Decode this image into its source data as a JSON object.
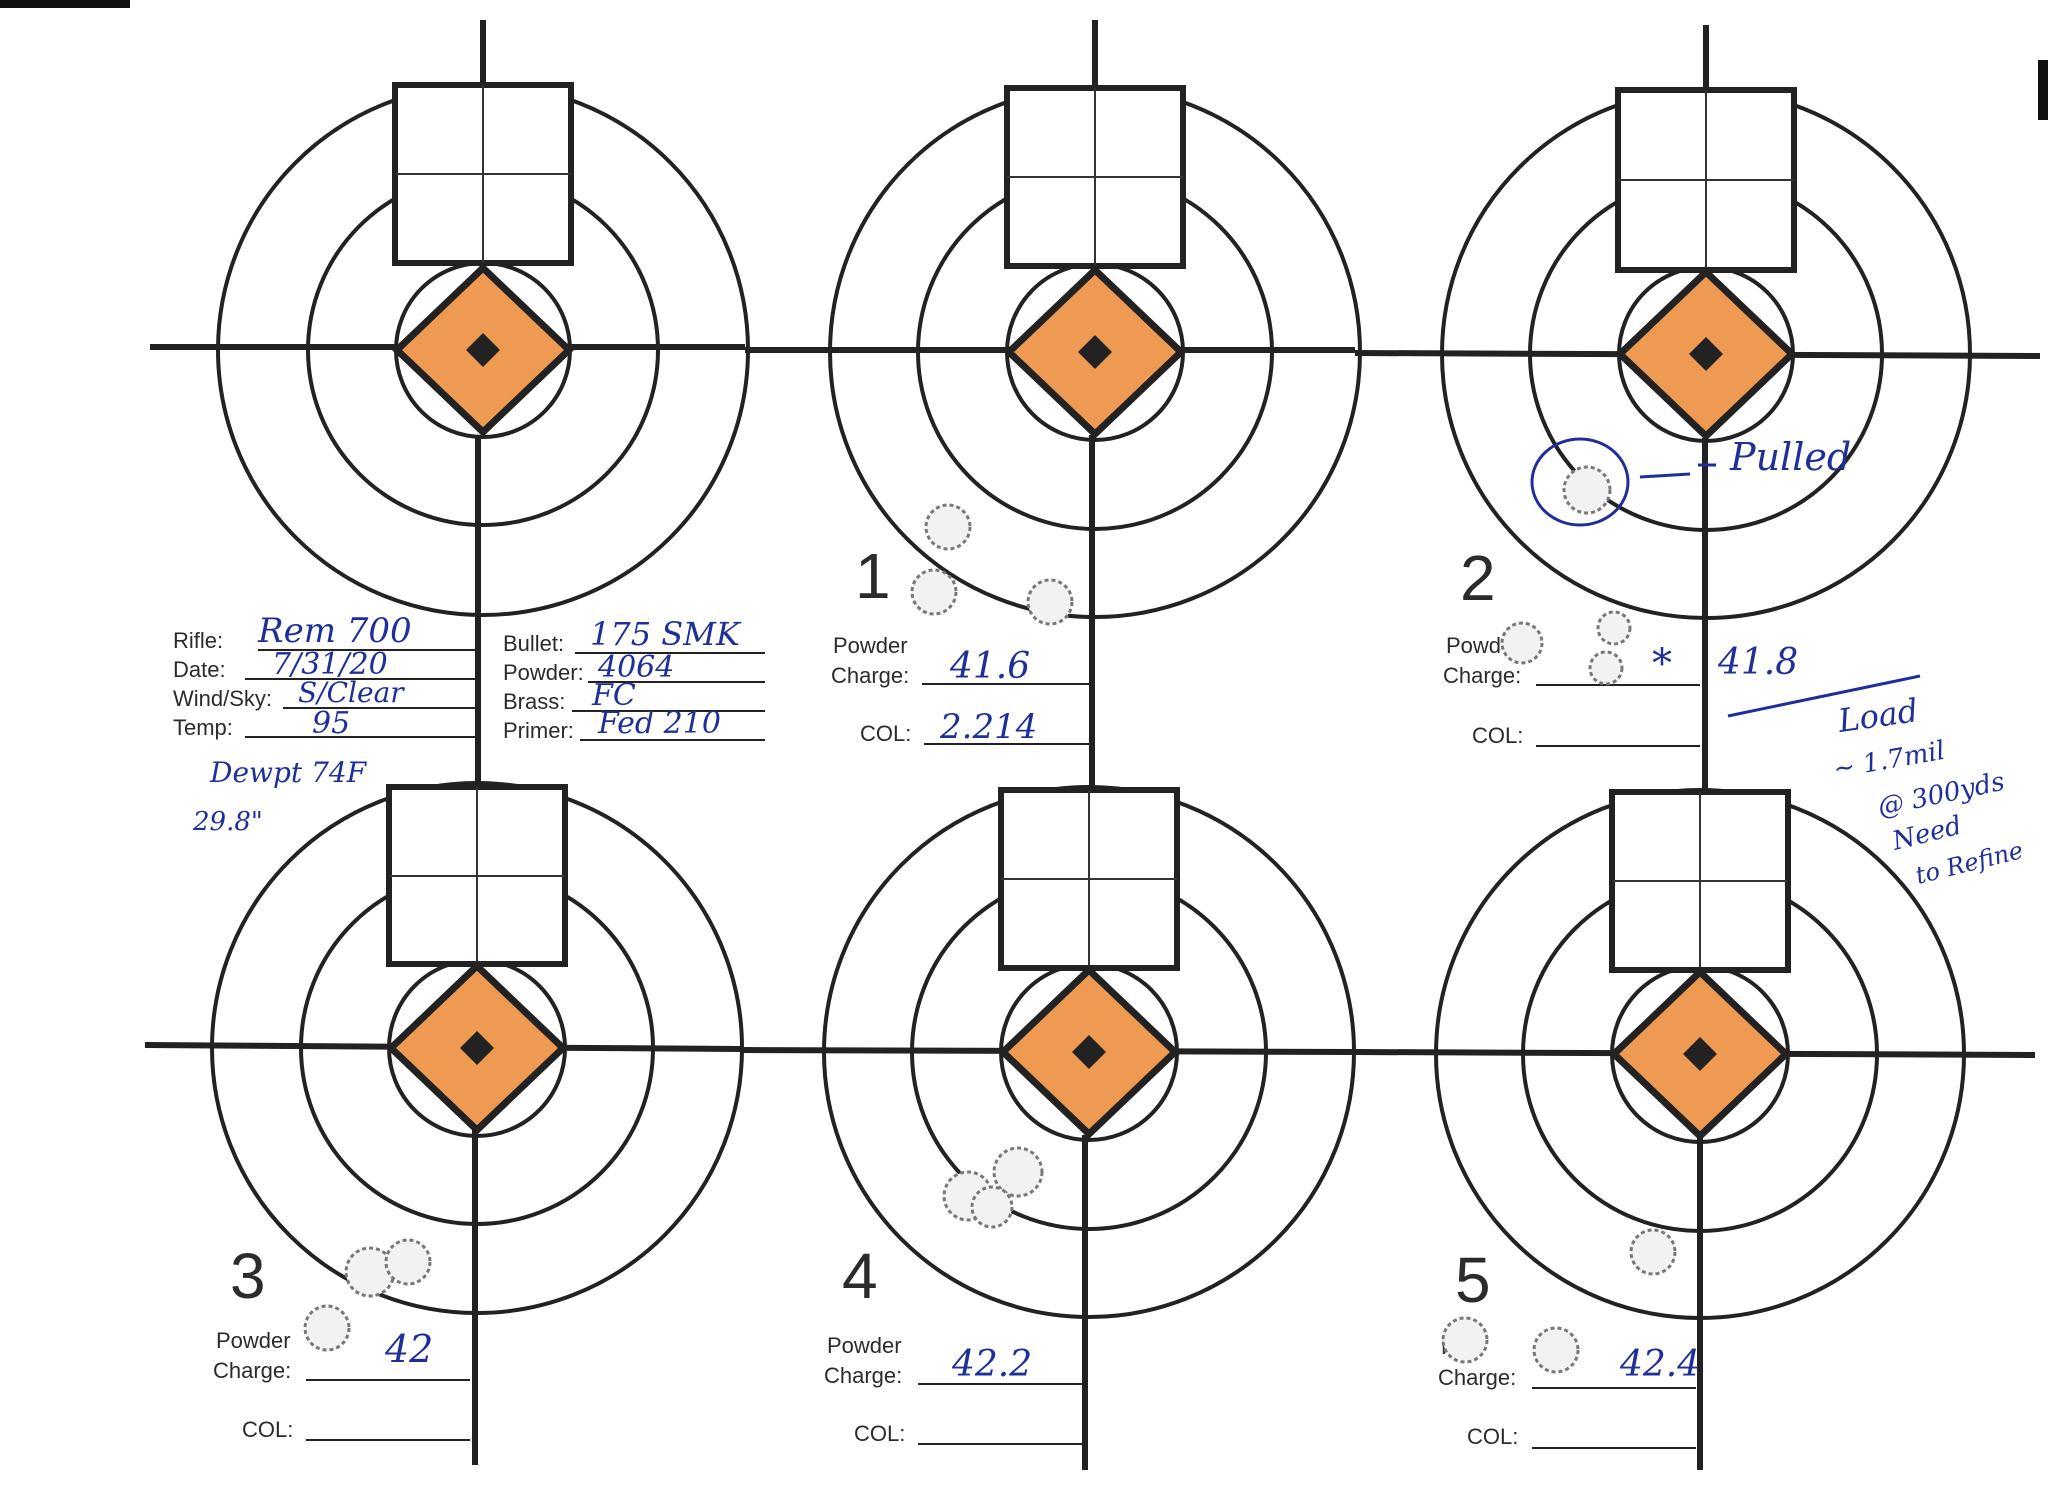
{
  "colors": {
    "diamond": "#ee9a52",
    "ink": "#1f2f9a",
    "print": "#2b2b2b"
  },
  "info": {
    "rifle_label": "Rifle:",
    "rifle_value": "Rem 700",
    "date_label": "Date:",
    "date_value": "7/31/20",
    "wind_label": "Wind/Sky:",
    "wind_value": "S/Clear",
    "temp_label": "Temp:",
    "temp_value": "95",
    "bullet_label": "Bullet:",
    "bullet_value": "175 SMK",
    "powder_label": "Powder:",
    "powder_value": "4064",
    "brass_label": "Brass:",
    "brass_value": "FC",
    "primer_label": "Primer:",
    "primer_value": "Fed 210",
    "note_line1": "Dewpt 74F",
    "note_line2": "29.8\""
  },
  "targets": [
    {
      "number": "1",
      "powder_label": "Powder",
      "charge_label": "Charge:",
      "charge_value": "41.6",
      "col_label": "COL:",
      "col_value": "2.214"
    },
    {
      "number": "2",
      "powder_label": "Powd",
      "charge_label": "Charge:",
      "charge_value": "41.8",
      "col_label": "COL:",
      "col_value": ""
    },
    {
      "number": "3",
      "powder_label": "Powder",
      "charge_label": "Charge:",
      "charge_value": "42",
      "col_label": "COL:",
      "col_value": ""
    },
    {
      "number": "4",
      "powder_label": "Powder",
      "charge_label": "Charge:",
      "charge_value": "42.2",
      "col_label": "COL:",
      "col_value": ""
    },
    {
      "number": "5",
      "powder_label": "Po",
      "charge_label": "Charge:",
      "charge_value": "42.4",
      "col_label": "COL:",
      "col_value": ""
    }
  ],
  "annotations": {
    "pulled": "Pulled",
    "asterisk": "*",
    "load_line1": "Load",
    "load_line2": "~ 1.7mil",
    "load_line3": "@ 300yds",
    "load_line4": "Need",
    "load_line5": "to Refine"
  }
}
